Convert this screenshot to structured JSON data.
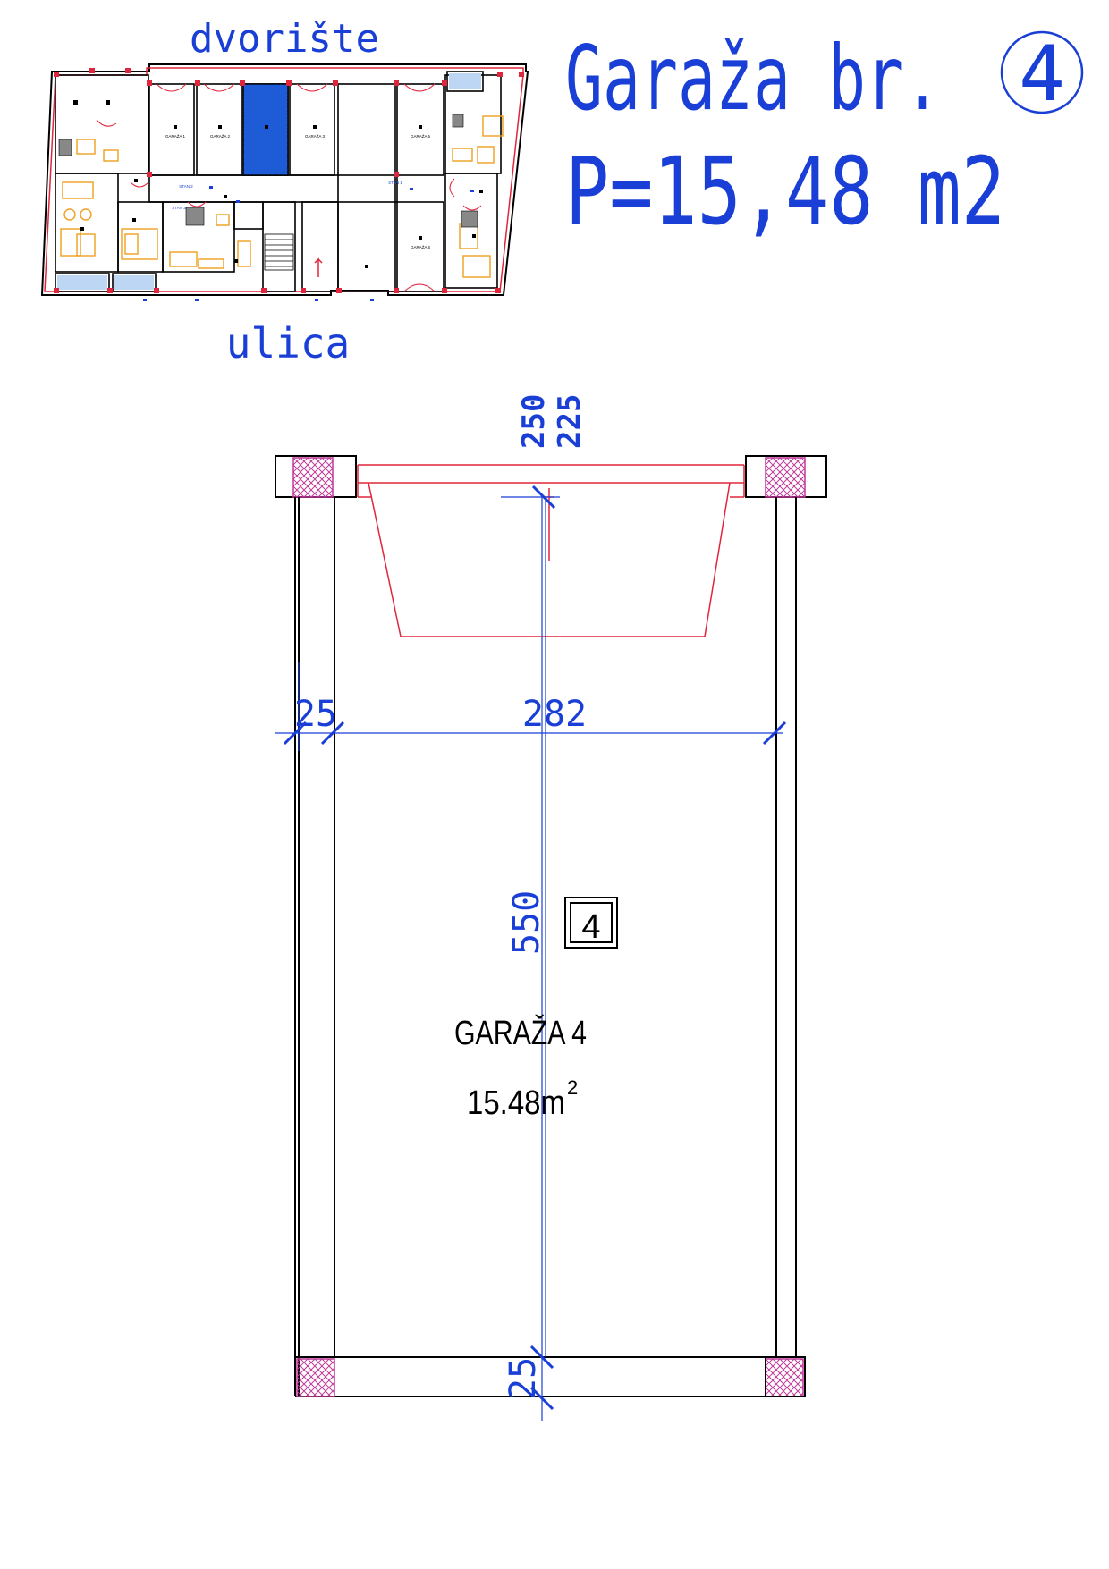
{
  "site_plan": {
    "top_label": "dvorište",
    "bottom_label": "ulica",
    "room_labels": [
      "GARAŽA 1",
      "GARAŽA 2",
      "GARAŽA 3",
      "GARAŽA 5",
      "GARAŽA 6",
      "STAN 2",
      "STAN 3",
      "STAN 1"
    ]
  },
  "header": {
    "title_text": "Garaža br.",
    "title_number": "4",
    "area_line": "P=15,48 m2"
  },
  "plan": {
    "dim_top_a": "250",
    "dim_top_b": "225",
    "dim_wall": "25",
    "dim_width": "282",
    "dim_length": "550",
    "dim_bottom_wall": "25",
    "garage_number": "4",
    "room_name": "GARAŽA 4",
    "area_value": "15.48m",
    "area_unit_sup": "2"
  },
  "colors": {
    "cad_blue": "#1a3fd6",
    "cad_red": "#e0263c",
    "hatch_magenta": "#c0399a",
    "furniture_orange": "#f0a020",
    "highlight_blue": "#1e5bd6"
  }
}
